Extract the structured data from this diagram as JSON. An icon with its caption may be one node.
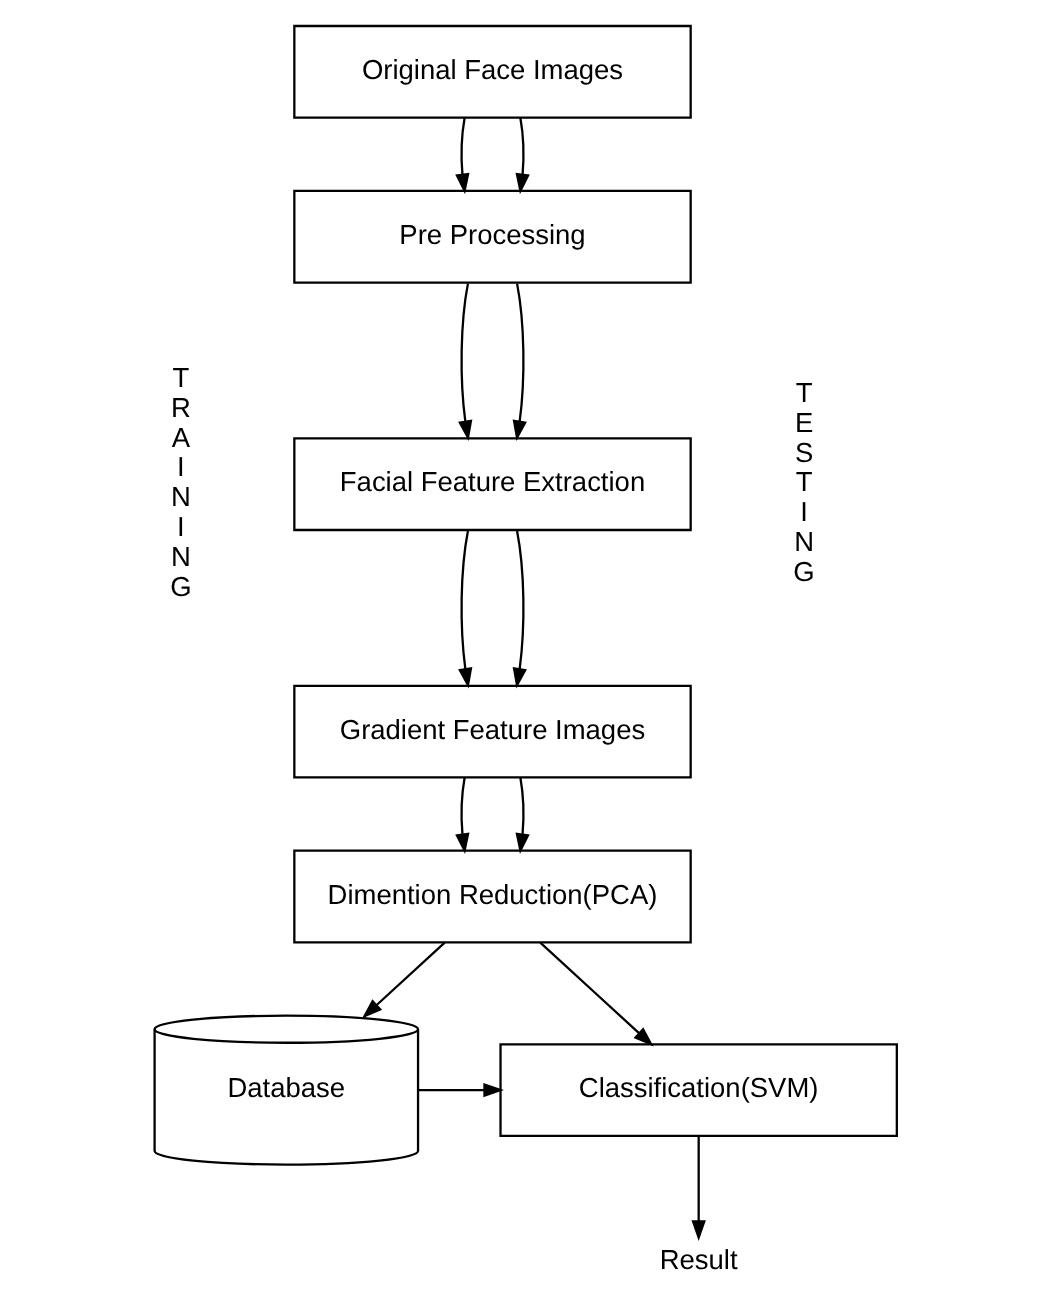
{
  "diagram": {
    "nodes": [
      {
        "text": [
          "Original Face Images"
        ]
      },
      {
        "text": [
          "Pre Processing"
        ]
      },
      {
        "text": [
          "Facial Feature Extraction"
        ]
      },
      {
        "text": [
          "Gradient Feature Images"
        ]
      },
      {
        "text": [
          "Dimention Reduction(PCA)"
        ]
      },
      {
        "text": [
          "Database"
        ]
      },
      {
        "text": [
          "Classification(SVM)"
        ]
      },
      {
        "text": [
          "Result"
        ]
      }
    ],
    "edges": [
      {
        "from": 0,
        "to": 1,
        "arrow": "to"
      },
      {
        "from": 0,
        "to": 1,
        "arrow": "to"
      },
      {
        "from": 1,
        "to": 2,
        "arrow": "to"
      },
      {
        "from": 1,
        "to": 2,
        "arrow": "to"
      },
      {
        "from": 2,
        "to": 3,
        "arrow": "to"
      },
      {
        "from": 2,
        "to": 3,
        "arrow": "to"
      },
      {
        "from": 3,
        "to": 4,
        "arrow": "to"
      },
      {
        "from": 3,
        "to": 4,
        "arrow": "to"
      },
      {
        "from": 4,
        "to": 5,
        "arrow": "to"
      },
      {
        "from": 4,
        "to": 6,
        "arrow": "to"
      },
      {
        "from": 5,
        "to": 6,
        "arrow": "to"
      },
      {
        "from": 6,
        "to": 7,
        "arrow": "to"
      }
    ],
    "labels": [
      "TRAINING",
      "TESTING"
    ]
  }
}
